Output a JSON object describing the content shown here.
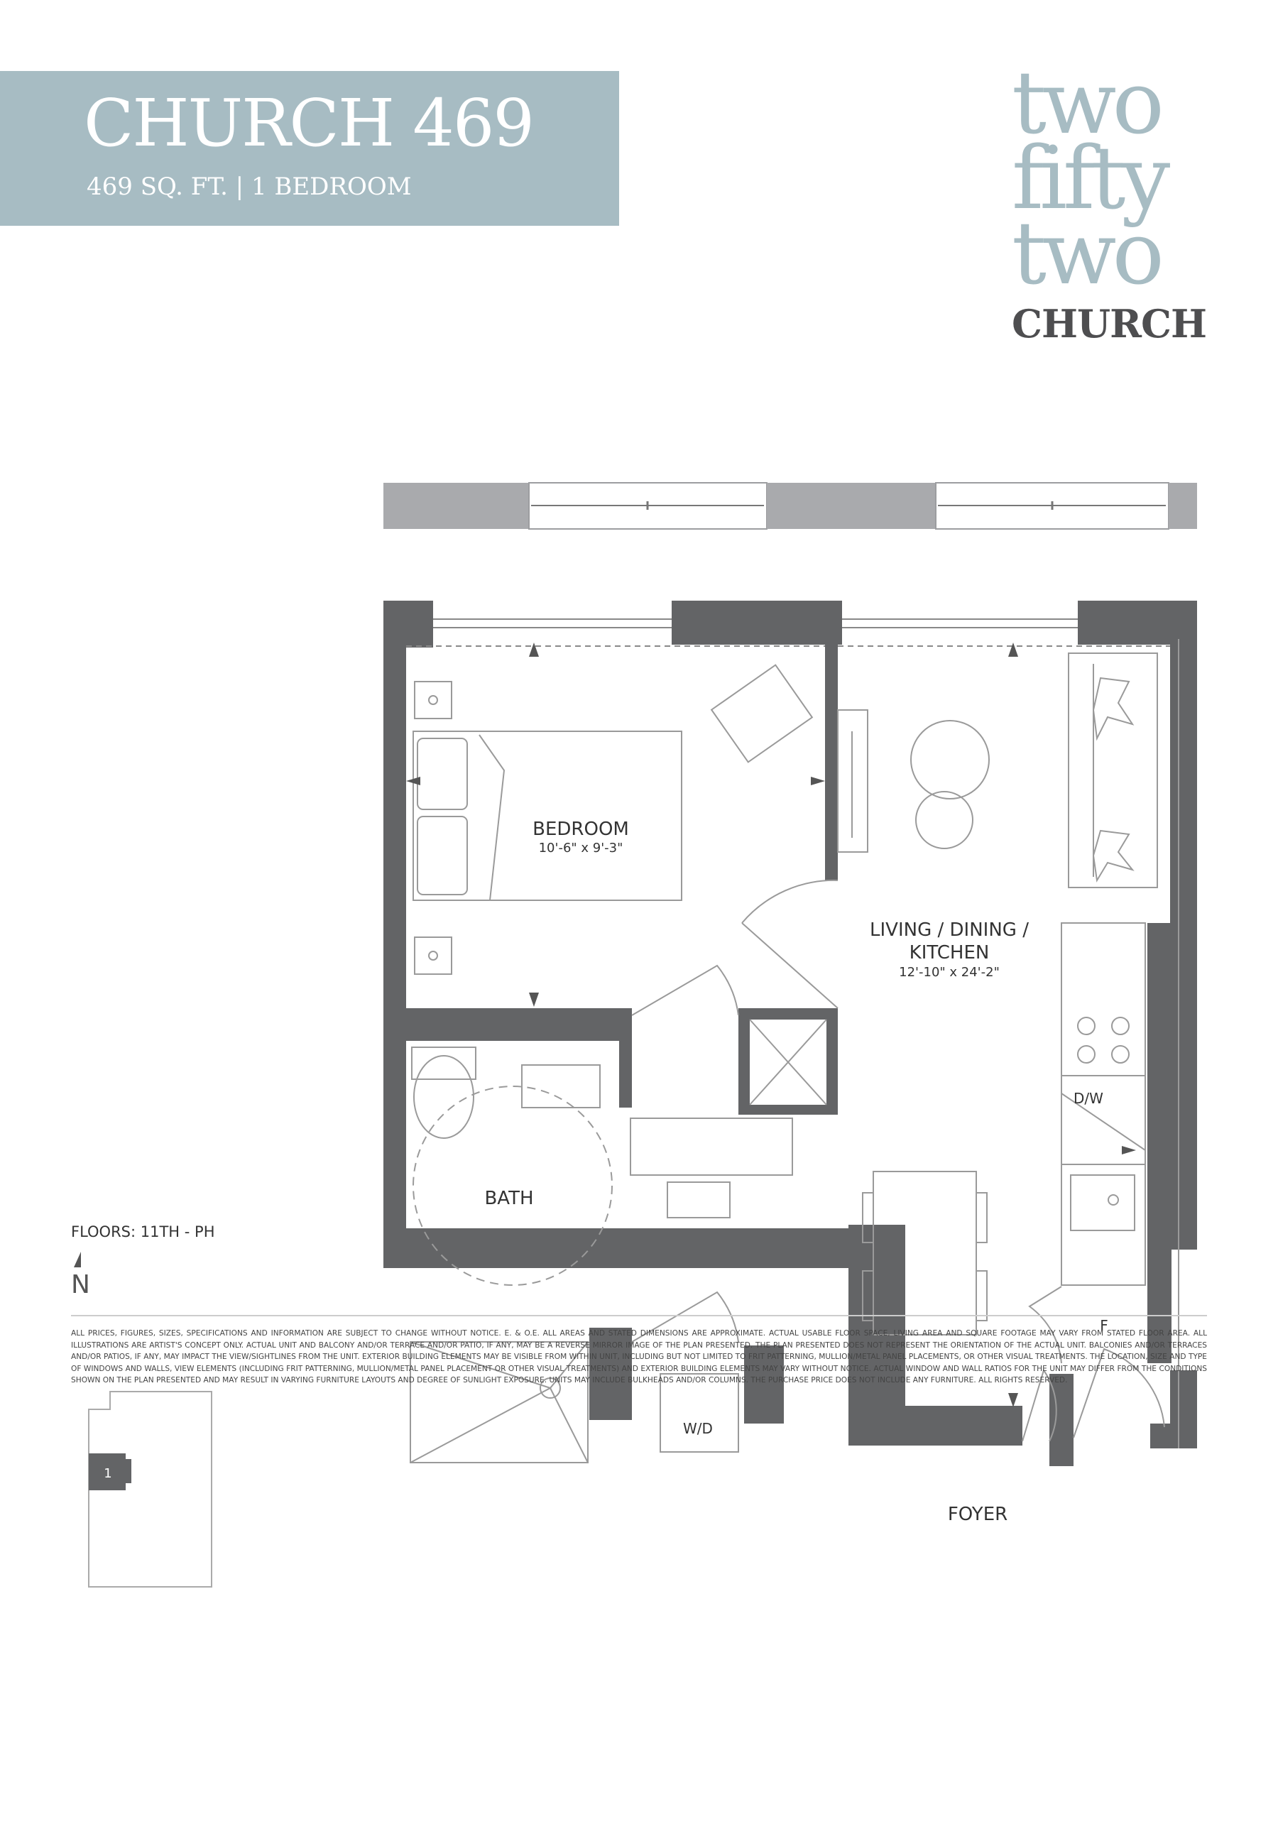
{
  "header": {
    "unit_name": "CHURCH 469",
    "subtitle": "469 SQ. FT.  |  1 BEDROOM"
  },
  "logo": {
    "lines": [
      "two",
      "fifty",
      "two"
    ],
    "sub": "CHURCH"
  },
  "rooms": {
    "bedroom": {
      "name": "BEDROOM",
      "dims": "10'-6\" x 9'-3\""
    },
    "living": {
      "name_line1": "LIVING / DINING /",
      "name_line2": "KITCHEN",
      "dims": "12'-10\" x 24'-2\""
    },
    "bath": {
      "name": "BATH"
    },
    "foyer": {
      "name": "FOYER"
    }
  },
  "fixtures": {
    "dw": "D/W",
    "wd": "W/D",
    "fridge": "F"
  },
  "keyplan": {
    "unit_number": "1",
    "floors": "FLOORS: 11TH - PH"
  },
  "north": "N",
  "colors": {
    "accent": "#a7bcc3",
    "wall": "#636466",
    "text": "#333333"
  },
  "disclaimer": "ALL PRICES, FIGURES, SIZES, SPECIFICATIONS AND INFORMATION ARE SUBJECT TO CHANGE WITHOUT NOTICE. E. & O.E. ALL AREAS AND STATED DIMENSIONS ARE APPROXIMATE. ACTUAL USABLE FLOOR SPACE, LIVING AREA AND SQUARE FOOTAGE MAY VARY FROM STATED FLOOR AREA. ALL ILLUSTRATIONS ARE ARTIST'S CONCEPT ONLY. ACTUAL UNIT AND BALCONY AND/OR TERRACE AND/OR PATIO, IF ANY, MAY BE A REVERSE MIRROR IMAGE OF THE PLAN PRESENTED. THE PLAN PRESENTED DOES NOT REPRESENT THE ORIENTATION OF THE ACTUAL UNIT. BALCONIES AND/OR TERRACES AND/OR PATIOS, IF ANY, MAY IMPACT THE VIEW/SIGHTLINES FROM THE UNIT. EXTERIOR BUILDING ELEMENTS MAY BE VISIBLE FROM WITHIN UNIT, INCLUDING BUT NOT LIMITED TO FRIT PATTERNING, MULLION/METAL PANEL PLACEMENTS, OR OTHER VISUAL TREATMENTS. THE LOCATION, SIZE AND TYPE OF WINDOWS AND WALLS, VIEW ELEMENTS (INCLUDING FRIT PATTERNING, MULLION/METAL PANEL PLACEMENT OR OTHER VISUAL TREATMENTS) AND EXTERIOR BUILDING ELEMENTS MAY VARY WITHOUT NOTICE. ACTUAL WINDOW AND WALL RATIOS FOR THE UNIT MAY DIFFER FROM THE CONDITIONS SHOWN ON THE PLAN PRESENTED AND MAY RESULT IN VARYING FURNITURE LAYOUTS AND DEGREE OF SUNLIGHT EXPOSURE. UNITS MAY INCLUDE BULKHEADS AND/OR COLUMNS. THE PURCHASE PRICE DOES NOT INCLUDE ANY FURNITURE. ALL RIGHTS RESERVED."
}
